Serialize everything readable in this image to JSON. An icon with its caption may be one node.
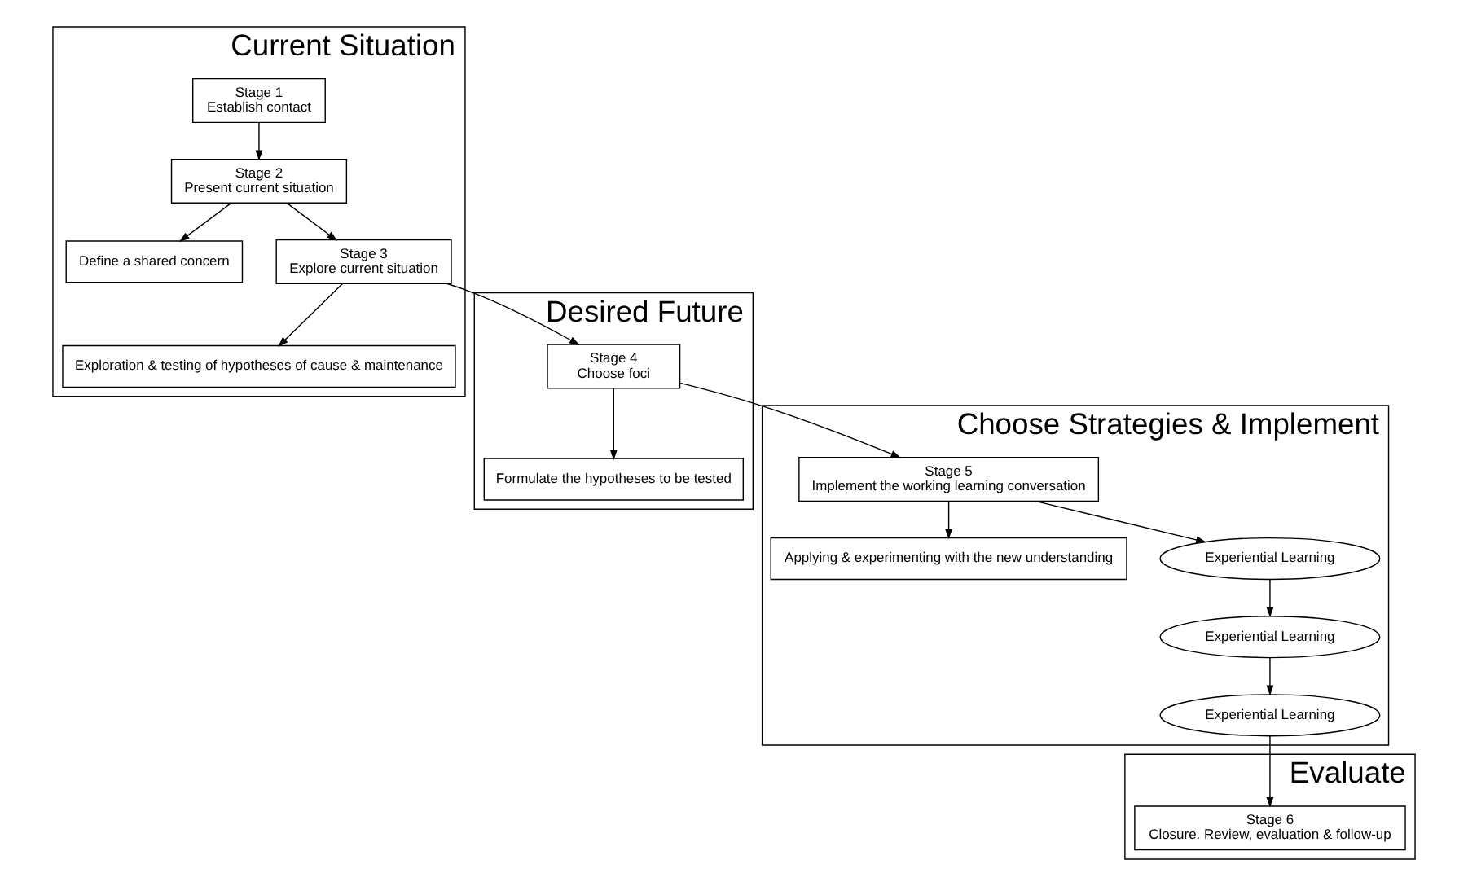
{
  "diagram": {
    "nodes": [
      {
        "text": [
          "Evaluate"
        ]
      },
      {
        "text": [
          "Stage 6",
          "Closure. Review, evaluation & follow-up"
        ],
        "in": 0
      },
      {
        "text": [
          "Current Situation"
        ]
      },
      {
        "text": [
          "Stage 1",
          "Establish contact"
        ],
        "in": 2
      },
      {
        "text": [
          "Stage 2",
          "Present current situation"
        ],
        "in": 2
      },
      {
        "text": [
          "Define a shared concern"
        ],
        "in": 2
      },
      {
        "text": [
          "Exploration & testing of hypotheses of cause & maintenance"
        ],
        "in": 2
      },
      {
        "text": [
          "Stage 3",
          "Explore current situation"
        ],
        "in": 2
      },
      {
        "text": [
          "Choose Strategies & Implement"
        ]
      },
      {
        "text": [
          "Experiential Learning"
        ],
        "in": 8
      },
      {
        "text": [
          "Experiential Learning"
        ],
        "in": 8
      },
      {
        "text": [
          "Applying & experimenting with the new understanding"
        ],
        "in": 8
      },
      {
        "text": [
          "Experiential Learning"
        ],
        "in": 8
      },
      {
        "text": [
          "Stage 5",
          "Implement the working learning conversation"
        ],
        "in": 8
      },
      {
        "text": [
          "Desired Future"
        ]
      },
      {
        "text": [
          "Formulate the hypotheses to be tested"
        ],
        "in": 14
      },
      {
        "text": [
          "Stage 4",
          "Choose foci"
        ],
        "in": 14
      }
    ],
    "edges": [
      {
        "from": 3,
        "to": 4,
        "arrow": "to"
      },
      {
        "from": 4,
        "to": 5,
        "arrow": "to"
      },
      {
        "from": 4,
        "to": 7,
        "arrow": "to"
      },
      {
        "from": 7,
        "to": 6,
        "arrow": "to"
      },
      {
        "from": 7,
        "to": 16,
        "arrow": "to"
      },
      {
        "from": 16,
        "to": 15,
        "arrow": "to"
      },
      {
        "from": 16,
        "to": 13,
        "arrow": "to"
      },
      {
        "from": 13,
        "to": 11,
        "arrow": "to"
      },
      {
        "from": 13,
        "to": 12,
        "arrow": "to"
      },
      {
        "from": 12,
        "to": 10,
        "arrow": "to"
      },
      {
        "from": 10,
        "to": 9,
        "arrow": "to"
      },
      {
        "from": 9,
        "to": 1,
        "arrow": "to"
      }
    ]
  }
}
